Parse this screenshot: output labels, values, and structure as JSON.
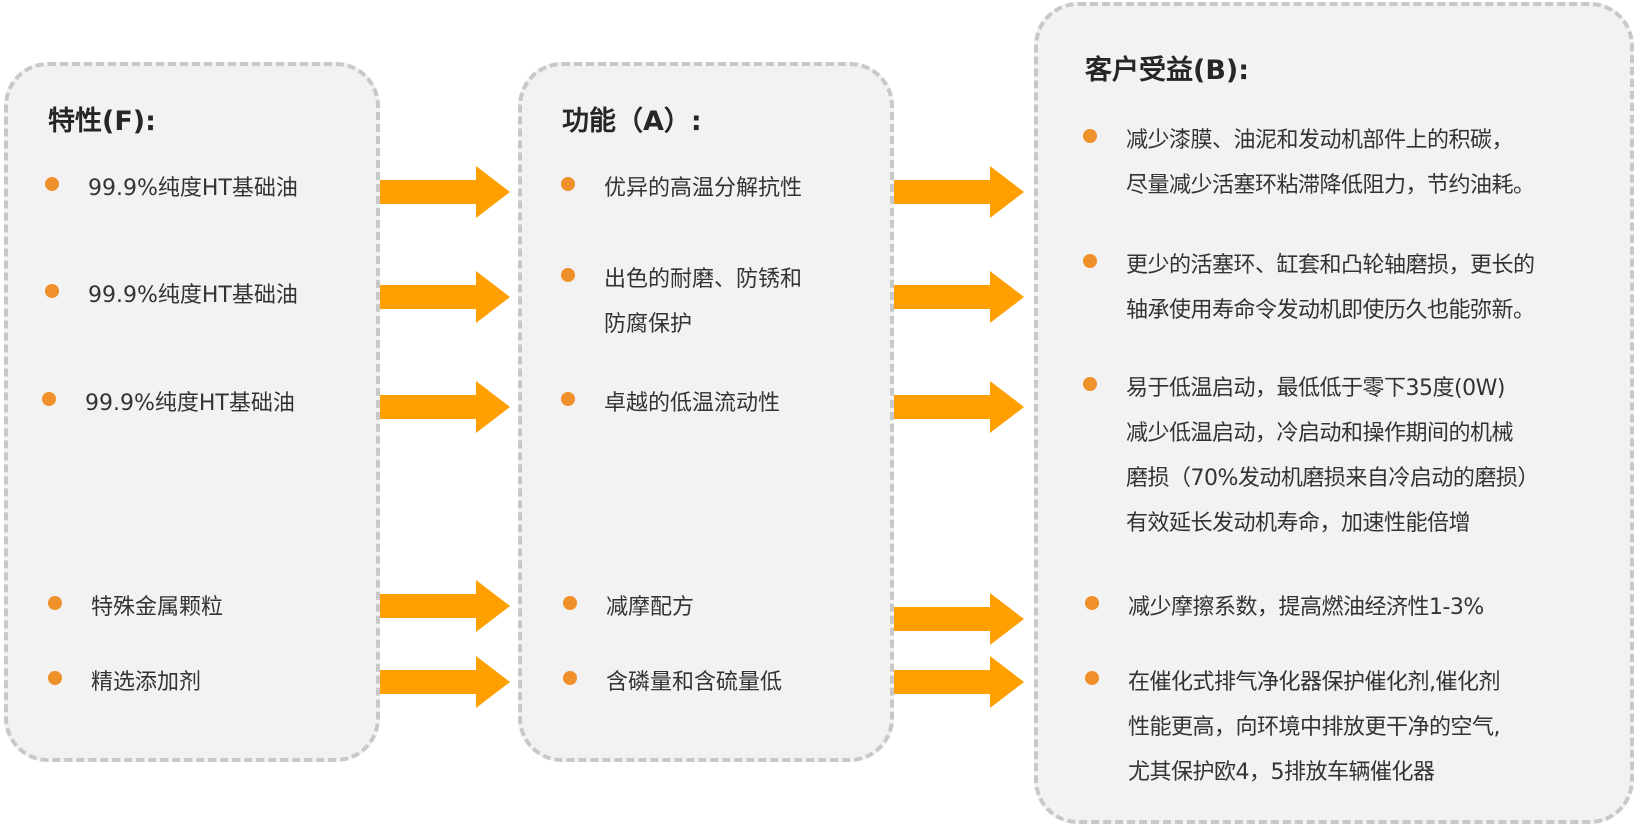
{
  "colors": {
    "panel_fill": "#f2f2f2",
    "panel_border": "#c8c8c8",
    "arrow": "#ffa000",
    "bullet": "#f0902a",
    "title_text": "#262626",
    "body_text": "#333333"
  },
  "features": {
    "title": "特性(F):",
    "items": [
      {
        "lines": [
          "99.9%纯度HT基础油"
        ]
      },
      {
        "lines": [
          "99.9%纯度HT基础油"
        ]
      },
      {
        "lines": [
          "99.9%纯度HT基础油"
        ]
      },
      {
        "lines": [
          "特殊金属颗粒"
        ]
      },
      {
        "lines": [
          "精选添加剂"
        ]
      }
    ]
  },
  "advantages": {
    "title": "功能（A）:",
    "items": [
      {
        "lines": [
          "优异的高温分解抗性"
        ]
      },
      {
        "lines": [
          "出色的耐磨、防锈和",
          "防腐保护"
        ]
      },
      {
        "lines": [
          "卓越的低温流动性"
        ]
      },
      {
        "lines": [
          "减摩配方"
        ]
      },
      {
        "lines": [
          "含磷量和含硫量低"
        ]
      }
    ]
  },
  "benefits": {
    "title": "客户受益(B):",
    "items": [
      {
        "lines": [
          "减少漆膜、油泥和发动机部件上的积碳，",
          "尽量减少活塞环粘滞降低阻力，节约油耗。"
        ]
      },
      {
        "lines": [
          "更少的活塞环、缸套和凸轮轴磨损，更长的",
          "轴承使用寿命令发动机即使历久也能弥新。"
        ]
      },
      {
        "lines": [
          "易于低温启动，最低低于零下35度(0W)",
          "减少低温启动，冷启动和操作期间的机械",
          "磨损（70%发动机磨损来自冷启动的磨损）",
          "有效延长发动机寿命，加速性能倍增"
        ]
      },
      {
        "lines": [
          "减少摩擦系数，提高燃油经济性1-3%"
        ]
      },
      {
        "lines": [
          "在催化式排气净化器保护催化剂,催化剂",
          "性能更高，向环境中排放更干净的空气,",
          "尤其保护欧4，5排放车辆催化器"
        ]
      }
    ]
  }
}
